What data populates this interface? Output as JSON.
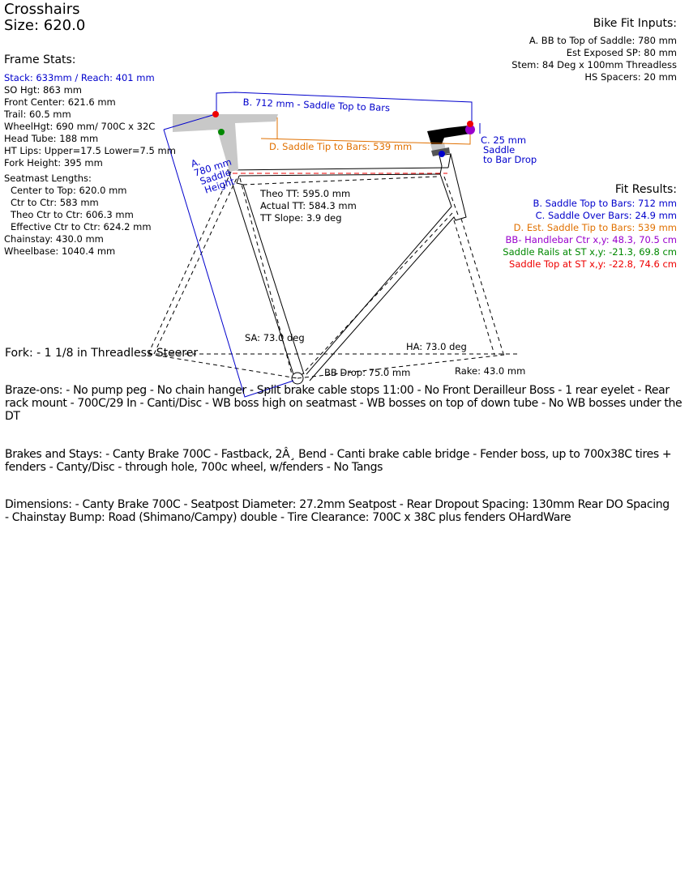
{
  "header": {
    "title": "Crosshairs",
    "size": "Size: 620.0"
  },
  "frame_stats": {
    "heading": "Frame Stats:",
    "stack_reach": "Stack: 633mm / Reach: 401 mm",
    "items": [
      "SO Hgt: 863 mm",
      "Front Center: 621.6 mm",
      "Trail: 60.5 mm",
      "WheelHgt: 690 mm/  700C x 32C",
      "Head Tube: 188 mm",
      "HT Lips: Upper=17.5 Lower=7.5 mm",
      "Fork Height: 395 mm"
    ],
    "seatmast_heading": "Seatmast Lengths:",
    "seatmast": [
      "Center to Top: 620.0 mm",
      "Ctr to Ctr: 583 mm",
      "Theo Ctr to Ctr: 606.3 mm",
      "Effective Ctr to Ctr: 624.2 mm"
    ],
    "tail": [
      "Chainstay: 430.0 mm",
      "Wheelbase: 1040.4 mm"
    ]
  },
  "fit_inputs": {
    "heading": "Bike Fit Inputs:",
    "items": [
      "A. BB to Top of Saddle: 780 mm",
      "Est Exposed SP: 80 mm",
      "Stem: 84 Deg x 100mm Threadless",
      "HS Spacers: 20 mm"
    ]
  },
  "fit_results": {
    "heading": "Fit Results:",
    "items": [
      {
        "text": "B. Saddle Top to Bars: 712 mm",
        "color": "#0000cc"
      },
      {
        "text": "C. Saddle Over Bars: 24.9 mm",
        "color": "#0000cc"
      },
      {
        "text": "D. Est. Saddle Tip to Bars: 539 mm",
        "color": "#e07000"
      },
      {
        "text": "BB- Handlebar Ctr x,y: 48.3, 70.5 cm",
        "color": "#9900cc"
      },
      {
        "text": "Saddle Rails at ST x,y: -21.3, 69.8 cm",
        "color": "#008800"
      },
      {
        "text": "Saddle Top at ST x,y: -22.8, 74.6 cm",
        "color": "#ee0000"
      }
    ]
  },
  "diagram": {
    "label_b": "B. 712 mm - Saddle Top to Bars",
    "label_d": "D. Saddle Tip to Bars: 539 mm",
    "label_a": [
      "A.",
      "780 mm",
      "Saddle",
      "Height"
    ],
    "label_c": [
      "C. 25 mm",
      "Saddle",
      "to Bar Drop"
    ],
    "tt": [
      "Theo TT: 595.0 mm",
      "Actual TT: 584.3 mm",
      "TT Slope: 3.9 deg"
    ],
    "sa": "SA: 73.0 deg",
    "ha": "HA: 73.0 deg",
    "rake": "Rake: 43.0 mm",
    "bb_drop": "BB Drop: 75.0 mm"
  },
  "notes": {
    "fork": "Fork:  - 1 1/8 in Threadless Steerer",
    "braze_ons": "Braze-ons:  - No pump peg  - No chain hanger  - Split brake cable stops 11:00  - No Front Derailleur Boss  - 1 rear eyelet - Rear rack mount - 700C/29 In - Canti/Disc  - WB boss high on seatmast  - WB bosses on top of down tube  - No WB bosses under the DT",
    "brakes": "Brakes and Stays:  - Canty Brake 700C  - Fastback, 2Â¸ Bend  - Canti brake cable bridge  - Fender boss, up to 700x38C tires + fenders  - Canty/Disc - through hole, 700c wheel, w/fenders  - No Tangs",
    "dimensions": "Dimensions:  - Canty Brake 700C - Seatpost Diameter: 27.2mm Seatpost - Rear Dropout Spacing: 130mm Rear DO Spacing  - Chainstay Bump: Road (Shimano/Campy) double - Tire Clearance: 700C x 38C plus fenders OHardWare"
  }
}
